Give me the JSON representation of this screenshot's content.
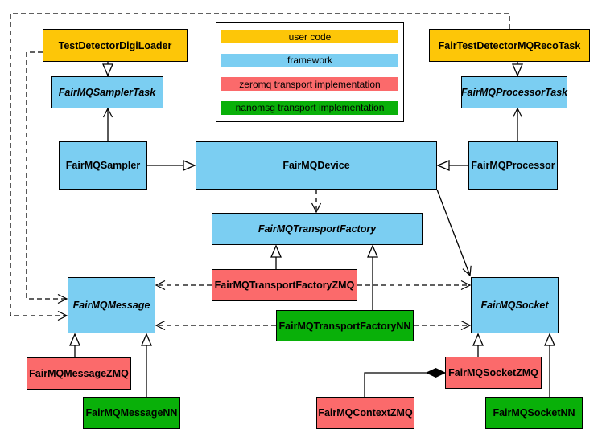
{
  "diagram": {
    "legend": {
      "items": [
        {
          "id": "user-code",
          "label": "user code",
          "color": "#FDC608"
        },
        {
          "id": "framework",
          "label": "framework",
          "color": "#7BCEF2"
        },
        {
          "id": "zeromq",
          "label": "zeromq transport implementation",
          "color": "#FB6A6B"
        },
        {
          "id": "nanomsg",
          "label": "nanomsg transport implementation",
          "color": "#09B009"
        }
      ]
    },
    "colors": {
      "user_code": "#FDC608",
      "framework": "#7BCEF2",
      "zeromq": "#FB6A6B",
      "nanomsg": "#09B009",
      "border": "#000000",
      "background": "#FFFFFF"
    },
    "nodes": {
      "testDetectorDigiLoader": {
        "label": "TestDetectorDigiLoader",
        "category": "user code",
        "abstract": false
      },
      "fairTestDetectorMQRecoTask": {
        "label": "FairTestDetectorMQRecoTask",
        "category": "user code",
        "abstract": false
      },
      "fairMQSamplerTask": {
        "label": "FairMQSamplerTask",
        "category": "framework",
        "abstract": true
      },
      "fairMQProcessorTask": {
        "label": "FairMQProcessorTask",
        "category": "framework",
        "abstract": true
      },
      "fairMQSampler": {
        "label": "FairMQSampler",
        "category": "framework",
        "abstract": false
      },
      "fairMQDevice": {
        "label": "FairMQDevice",
        "category": "framework",
        "abstract": false
      },
      "fairMQProcessor": {
        "label": "FairMQProcessor",
        "category": "framework",
        "abstract": false
      },
      "fairMQTransportFactory": {
        "label": "FairMQTransportFactory",
        "category": "framework",
        "abstract": true
      },
      "fairMQTransportFactoryZMQ": {
        "label": "FairMQTransportFactoryZMQ",
        "category": "zeromq",
        "abstract": false
      },
      "fairMQTransportFactoryNN": {
        "label": "FairMQTransportFactoryNN",
        "category": "nanomsg",
        "abstract": false
      },
      "fairMQMessage": {
        "label": "FairMQMessage",
        "category": "framework",
        "abstract": true
      },
      "fairMQSocket": {
        "label": "FairMQSocket",
        "category": "framework",
        "abstract": true
      },
      "fairMQMessageZMQ": {
        "label": "FairMQMessageZMQ",
        "category": "zeromq",
        "abstract": false
      },
      "fairMQMessageNN": {
        "label": "FairMQMessageNN",
        "category": "nanomsg",
        "abstract": false
      },
      "fairMQSocketZMQ": {
        "label": "FairMQSocketZMQ",
        "category": "zeromq",
        "abstract": false
      },
      "fairMQSocketNN": {
        "label": "FairMQSocketNN",
        "category": "nanomsg",
        "abstract": false
      },
      "fairMQContextZMQ": {
        "label": "FairMQContextZMQ",
        "category": "zeromq",
        "abstract": false
      }
    },
    "edges": [
      {
        "from": "TestDetectorDigiLoader",
        "to": "FairMQSamplerTask",
        "type": "inheritance",
        "style": "solid"
      },
      {
        "from": "FairTestDetectorMQRecoTask",
        "to": "FairMQProcessorTask",
        "type": "inheritance",
        "style": "solid"
      },
      {
        "from": "FairMQSampler",
        "to": "FairMQSamplerTask",
        "type": "association",
        "style": "solid"
      },
      {
        "from": "FairMQProcessor",
        "to": "FairMQProcessorTask",
        "type": "association",
        "style": "solid"
      },
      {
        "from": "FairMQSampler",
        "to": "FairMQDevice",
        "type": "inheritance",
        "style": "solid"
      },
      {
        "from": "FairMQProcessor",
        "to": "FairMQDevice",
        "type": "inheritance",
        "style": "solid"
      },
      {
        "from": "FairMQDevice",
        "to": "FairMQTransportFactory",
        "type": "dependency",
        "style": "dashed"
      },
      {
        "from": "FairMQDevice",
        "to": "FairMQSocket",
        "type": "association",
        "style": "solid"
      },
      {
        "from": "FairMQTransportFactoryZMQ",
        "to": "FairMQTransportFactory",
        "type": "inheritance",
        "style": "solid"
      },
      {
        "from": "FairMQTransportFactoryNN",
        "to": "FairMQTransportFactory",
        "type": "inheritance",
        "style": "solid"
      },
      {
        "from": "FairMQTransportFactoryZMQ",
        "to": "FairMQMessage",
        "type": "dependency",
        "style": "dashed"
      },
      {
        "from": "FairMQTransportFactoryZMQ",
        "to": "FairMQSocket",
        "type": "dependency",
        "style": "dashed"
      },
      {
        "from": "FairMQTransportFactoryNN",
        "to": "FairMQMessage",
        "type": "dependency",
        "style": "dashed"
      },
      {
        "from": "FairMQTransportFactoryNN",
        "to": "FairMQSocket",
        "type": "dependency",
        "style": "dashed"
      },
      {
        "from": "TestDetectorDigiLoader",
        "to": "FairMQMessage",
        "type": "dependency",
        "style": "dashed"
      },
      {
        "from": "FairTestDetectorMQRecoTask",
        "to": "FairMQMessage",
        "type": "dependency",
        "style": "dashed"
      },
      {
        "from": "FairMQMessageZMQ",
        "to": "FairMQMessage",
        "type": "inheritance",
        "style": "solid"
      },
      {
        "from": "FairMQMessageNN",
        "to": "FairMQMessage",
        "type": "inheritance",
        "style": "solid"
      },
      {
        "from": "FairMQSocketZMQ",
        "to": "FairMQSocket",
        "type": "inheritance",
        "style": "solid"
      },
      {
        "from": "FairMQSocketNN",
        "to": "FairMQSocket",
        "type": "inheritance",
        "style": "solid"
      },
      {
        "from": "FairMQContextZMQ",
        "to": "FairMQSocketZMQ",
        "type": "composition",
        "style": "solid"
      }
    ]
  }
}
